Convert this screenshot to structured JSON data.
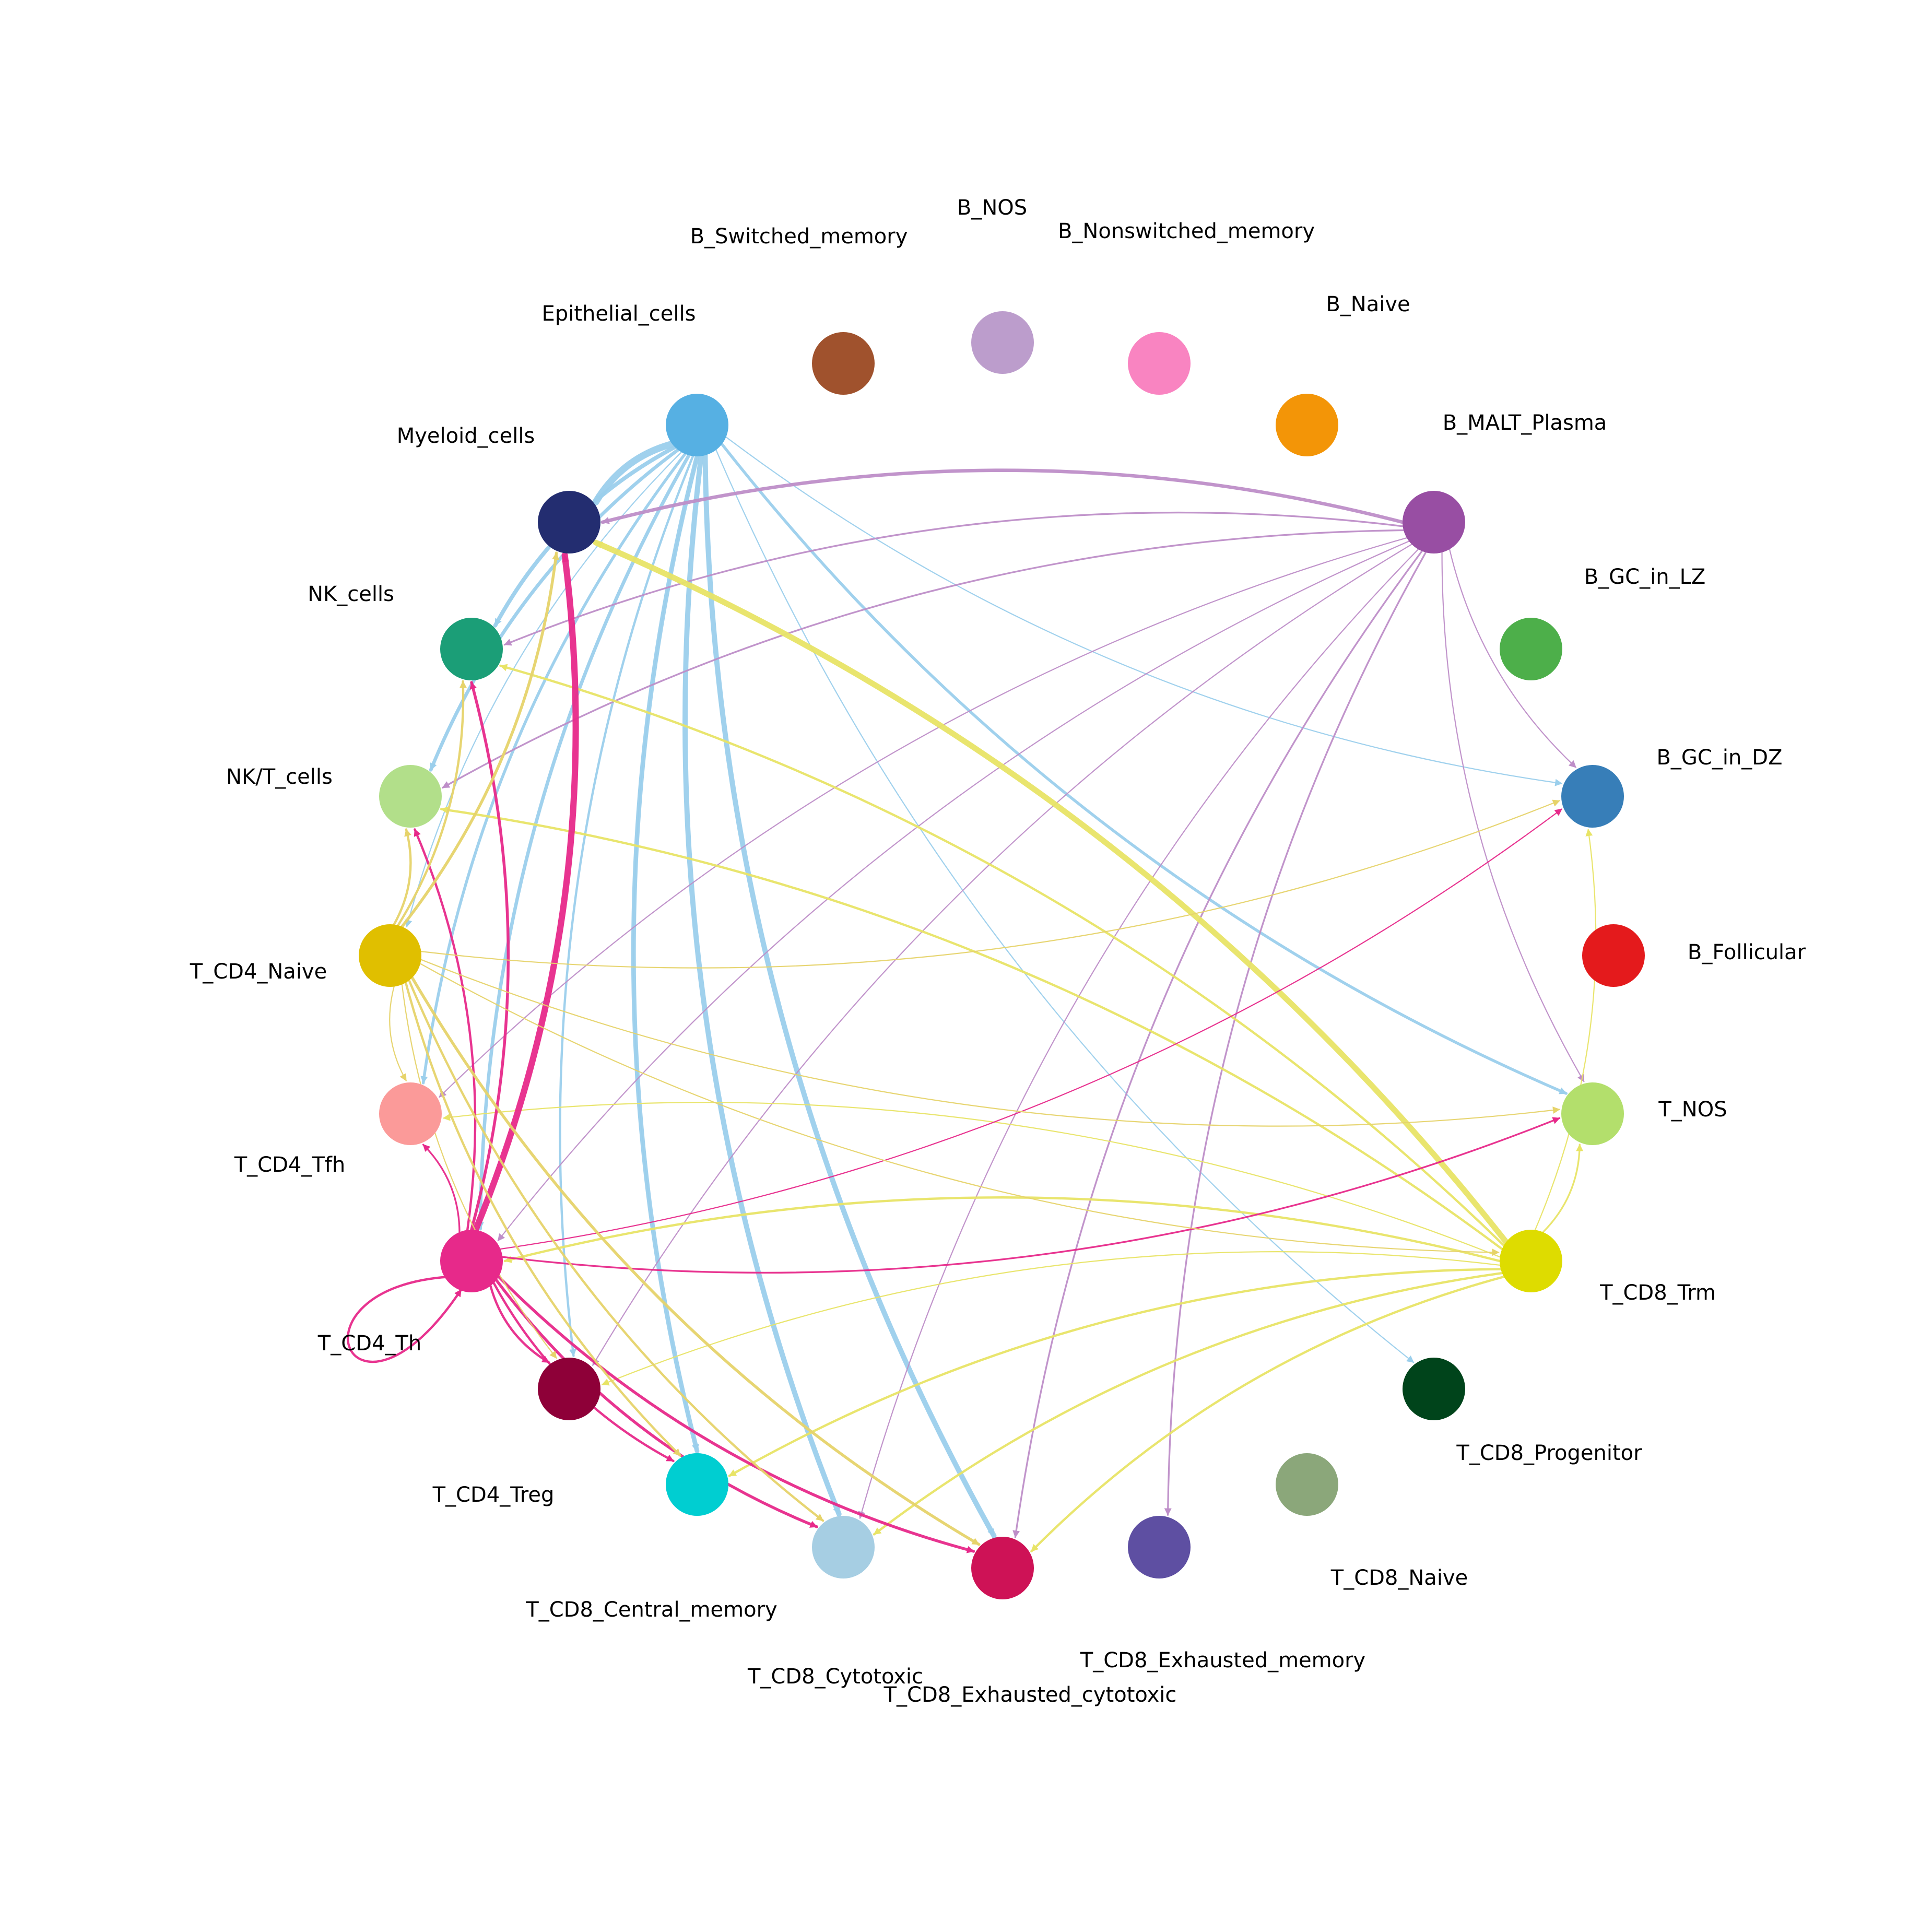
{
  "nodes": [
    {
      "id": "Epithelial_cells",
      "label": "Epithelial_cells",
      "color": "#56B0E3"
    },
    {
      "id": "B_Switched_memory",
      "label": "B_Switched_memory",
      "color": "#A0522D"
    },
    {
      "id": "B_NOS",
      "label": "B_NOS",
      "color": "#BC9DCC"
    },
    {
      "id": "B_Nonswitched_memory",
      "label": "B_Nonswitched_memory",
      "color": "#F984C1"
    },
    {
      "id": "B_Naive",
      "label": "B_Naive",
      "color": "#F39507"
    },
    {
      "id": "B_MALT_Plasma",
      "label": "B_MALT_Plasma",
      "color": "#984EA3"
    },
    {
      "id": "B_GC_in_LZ",
      "label": "B_GC_in_LZ",
      "color": "#4DAF4A"
    },
    {
      "id": "B_GC_in_DZ",
      "label": "B_GC_in_DZ",
      "color": "#377EB8"
    },
    {
      "id": "B_Follicular",
      "label": "B_Follicular",
      "color": "#E41A1C"
    },
    {
      "id": "T_NOS",
      "label": "T_NOS",
      "color": "#B3DF6C"
    },
    {
      "id": "T_CD8_Trm",
      "label": "T_CD8_Trm",
      "color": "#DEDC00"
    },
    {
      "id": "T_CD8_Progenitor",
      "label": "T_CD8_Progenitor",
      "color": "#00441B"
    },
    {
      "id": "T_CD8_Naive",
      "label": "T_CD8_Naive",
      "color": "#8BA77A"
    },
    {
      "id": "T_CD8_Exhausted_memory",
      "label": "T_CD8_Exhausted_memory",
      "color": "#5E4FA2"
    },
    {
      "id": "T_CD8_Exhausted_cytotoxic",
      "label": "T_CD8_Exhausted_cytotoxic",
      "color": "#CE1256"
    },
    {
      "id": "T_CD8_Cytotoxic",
      "label": "T_CD8_Cytotoxic",
      "color": "#A6CEE3"
    },
    {
      "id": "T_CD8_Central_memory",
      "label": "T_CD8_Central_memory",
      "color": "#A6CEE3"
    },
    {
      "id": "T_CD4_Treg",
      "label": "T_CD4_Treg",
      "color": "#00CED1"
    },
    {
      "id": "T_CD4_Th",
      "label": "T_CD4_Th",
      "color": "#8E0038"
    },
    {
      "id": "T_CD4_Tfh",
      "label": "T_CD4_Tfh",
      "color": "#E7298A"
    },
    {
      "id": "T_CD4_Naive",
      "label": "T_CD4_Naive",
      "color": "#FB9A99"
    },
    {
      "id": "NK/T_cells",
      "label": "NK/T_cells",
      "color": "#E0BF00"
    },
    {
      "id": "NK_cells",
      "label": "NK_cells",
      "color": "#B2DF8A"
    },
    {
      "id": "Myeloid_cells",
      "label": "Myeloid_cells",
      "color": "#1B9E77"
    },
    {
      "id": "Myeloid_dark",
      "label": "",
      "color": "#232D70"
    }
  ],
  "edge_colors": {
    "Epithelial_cells": "#9BCFEC",
    "B_MALT_Plasma": "#BE8EC8",
    "T_CD4_Th": "#EE7FB8",
    "T_CD8_Trm": "#E8E466",
    "NK/T_cells": "#E6D36A"
  },
  "edges": [
    {
      "source": "Epithelial_cells",
      "target": "Myeloid_dark",
      "weight": 6
    },
    {
      "source": "Epithelial_cells",
      "target": "Myeloid_cells",
      "weight": 3.5
    },
    {
      "source": "Epithelial_cells",
      "target": "NK_cells",
      "weight": 3
    },
    {
      "source": "Epithelial_cells",
      "target": "NK/T_cells",
      "weight": 1
    },
    {
      "source": "Epithelial_cells",
      "target": "T_CD4_Naive",
      "weight": 2.5
    },
    {
      "source": "Epithelial_cells",
      "target": "T_CD4_Tfh",
      "weight": 3
    },
    {
      "source": "Epithelial_cells",
      "target": "T_CD4_Th",
      "weight": 2
    },
    {
      "source": "Epithelial_cells",
      "target": "T_CD4_Treg",
      "weight": 1
    },
    {
      "source": "Epithelial_cells",
      "target": "T_CD8_Central_memory",
      "weight": 4
    },
    {
      "source": "Epithelial_cells",
      "target": "T_CD8_Cytotoxic",
      "weight": 4.5
    },
    {
      "source": "Epithelial_cells",
      "target": "T_CD8_Exhausted_cytotoxic",
      "weight": 4.5
    },
    {
      "source": "Epithelial_cells",
      "target": "T_CD8_Progenitor",
      "weight": 1
    },
    {
      "source": "Epithelial_cells",
      "target": "T_NOS",
      "weight": 2.5
    },
    {
      "source": "Epithelial_cells",
      "target": "B_GC_in_DZ",
      "weight": 1
    },
    {
      "source": "B_MALT_Plasma",
      "target": "Myeloid_dark",
      "weight": 3
    },
    {
      "source": "B_MALT_Plasma",
      "target": "Myeloid_cells",
      "weight": 1.5
    },
    {
      "source": "B_MALT_Plasma",
      "target": "NK_cells",
      "weight": 1.5
    },
    {
      "source": "B_MALT_Plasma",
      "target": "T_CD4_Naive",
      "weight": 1
    },
    {
      "source": "B_MALT_Plasma",
      "target": "T_CD4_Tfh",
      "weight": 1
    },
    {
      "source": "B_MALT_Plasma",
      "target": "T_CD4_Th",
      "weight": 1
    },
    {
      "source": "B_MALT_Plasma",
      "target": "T_CD8_Cytotoxic",
      "weight": 1
    },
    {
      "source": "B_MALT_Plasma",
      "target": "T_CD8_Exhausted_cytotoxic",
      "weight": 1.5
    },
    {
      "source": "B_MALT_Plasma",
      "target": "T_CD8_Exhausted_memory",
      "weight": 1.5
    },
    {
      "source": "B_MALT_Plasma",
      "target": "B_GC_in_DZ",
      "weight": 1
    },
    {
      "source": "B_MALT_Plasma",
      "target": "T_NOS",
      "weight": 1
    },
    {
      "source": "T_CD8_Trm",
      "target": "Myeloid_dark",
      "weight": 5
    },
    {
      "source": "T_CD8_Trm",
      "target": "Myeloid_cells",
      "weight": 2
    },
    {
      "source": "T_CD8_Trm",
      "target": "NK_cells",
      "weight": 2
    },
    {
      "source": "T_CD8_Trm",
      "target": "T_CD4_Naive",
      "weight": 1
    },
    {
      "source": "T_CD8_Trm",
      "target": "T_CD4_Tfh",
      "weight": 2
    },
    {
      "source": "T_CD8_Trm",
      "target": "T_CD4_Th",
      "weight": 1
    },
    {
      "source": "T_CD8_Trm",
      "target": "T_CD8_Central_memory",
      "weight": 2
    },
    {
      "source": "T_CD8_Trm",
      "target": "T_CD8_Cytotoxic",
      "weight": 2
    },
    {
      "source": "T_CD8_Trm",
      "target": "T_CD8_Exhausted_cytotoxic",
      "weight": 2
    },
    {
      "source": "T_CD8_Trm",
      "target": "T_NOS",
      "weight": 1.5
    },
    {
      "source": "T_CD8_Trm",
      "target": "B_GC_in_DZ",
      "weight": 1
    },
    {
      "source": "T_CD4_Tfh",
      "target": "Myeloid_dark",
      "weight": 5.5
    },
    {
      "source": "T_CD4_Tfh",
      "target": "Myeloid_cells",
      "weight": 2.5
    },
    {
      "source": "T_CD4_Tfh",
      "target": "NK_cells",
      "weight": 2
    },
    {
      "source": "T_CD4_Tfh",
      "target": "T_CD4_Naive",
      "weight": 1.5
    },
    {
      "source": "T_CD4_Tfh",
      "target": "T_CD4_Th",
      "weight": 2
    },
    {
      "source": "T_CD4_Tfh",
      "target": "T_CD8_Central_memory",
      "weight": 2
    },
    {
      "source": "T_CD4_Tfh",
      "target": "T_CD8_Cytotoxic",
      "weight": 2.5
    },
    {
      "source": "T_CD4_Tfh",
      "target": "T_CD8_Exhausted_cytotoxic",
      "weight": 2.5
    },
    {
      "source": "T_CD4_Tfh",
      "target": "T_NOS",
      "weight": 1.5
    },
    {
      "source": "T_CD4_Tfh",
      "target": "B_GC_in_DZ",
      "weight": 1
    },
    {
      "source": "T_CD4_Tfh",
      "target": "T_CD4_Tfh",
      "weight": 2
    },
    {
      "source": "NK/T_cells",
      "target": "Myeloid_dark",
      "weight": 2.5
    },
    {
      "source": "NK/T_cells",
      "target": "Myeloid_cells",
      "weight": 2
    },
    {
      "source": "NK/T_cells",
      "target": "NK_cells",
      "weight": 2
    },
    {
      "source": "NK/T_cells",
      "target": "T_CD4_Naive",
      "weight": 1
    },
    {
      "source": "NK/T_cells",
      "target": "T_CD4_Th",
      "weight": 1
    },
    {
      "source": "NK/T_cells",
      "target": "T_CD8_Central_memory",
      "weight": 2
    },
    {
      "source": "NK/T_cells",
      "target": "T_CD8_Cytotoxic",
      "weight": 2
    },
    {
      "source": "NK/T_cells",
      "target": "T_CD8_Exhausted_cytotoxic",
      "weight": 2.5
    },
    {
      "source": "NK/T_cells",
      "target": "T_CD8_Trm",
      "weight": 1
    },
    {
      "source": "NK/T_cells",
      "target": "T_NOS",
      "weight": 1
    },
    {
      "source": "NK/T_cells",
      "target": "B_GC_in_DZ",
      "weight": 1
    }
  ]
}
